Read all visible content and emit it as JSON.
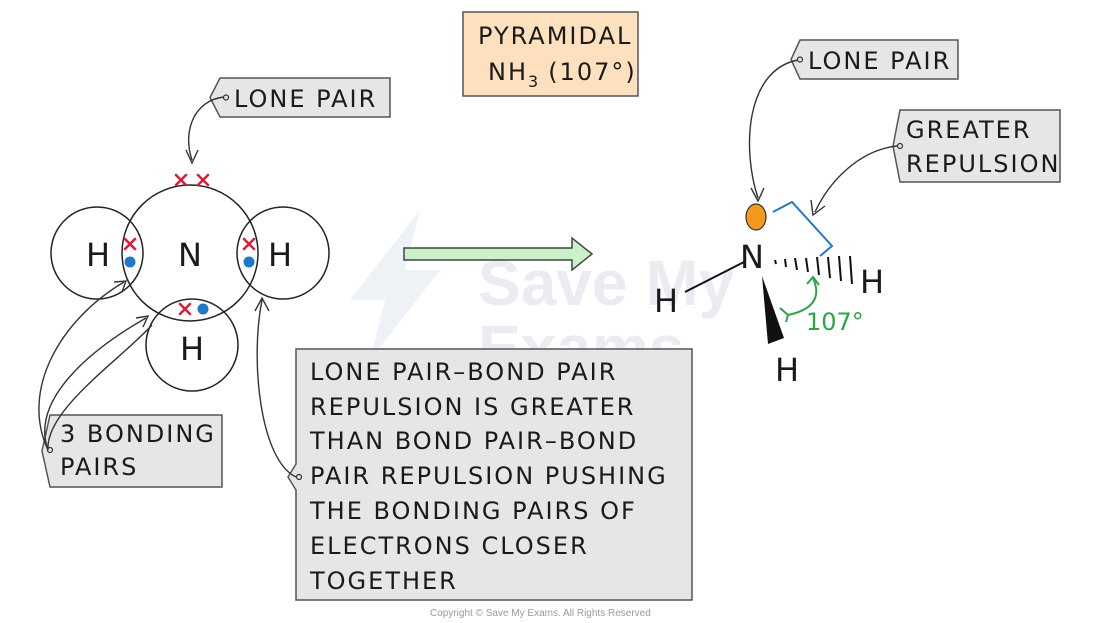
{
  "title_box": {
    "line1": "PYRAMIDAL",
    "formula_main": "NH",
    "formula_sub": "3",
    "angle_text": "(107°)"
  },
  "left_diagram": {
    "central_atom": "N",
    "h_left": "H",
    "h_right": "H",
    "h_bottom": "H",
    "lone_pair_label": "LONE PAIR",
    "bonding_label": [
      "3 BONDING",
      "PAIRS"
    ]
  },
  "explanation": {
    "lines": [
      "LONE PAIR–BOND PAIR",
      "REPULSION IS GREATER",
      "THAN BOND PAIR–BOND",
      "PAIR REPULSION PUSHING",
      "THE BONDING PAIRS OF",
      "ELECTRONS CLOSER",
      "TOGETHER"
    ]
  },
  "right_diagram": {
    "central_atom": "N",
    "h_left": "H",
    "h_right": "H",
    "h_bottom": "H",
    "lone_pair_label": "LONE PAIR",
    "repulsion_label": [
      "GREATER",
      "REPULSION"
    ],
    "angle_label": "107°"
  },
  "watermark": {
    "line1": "Save My",
    "line2": "Exams"
  },
  "copyright": "Copyright © Save My Exams. All Rights Reserved",
  "colors": {
    "cross": "#d4213d",
    "dot": "#1f78c8",
    "lone_pair_fill": "#f39a1e",
    "angle": "#2ca44a",
    "bracket": "#1f78c8",
    "arrow_fill": "#c9f2c8",
    "title_bg": "#fde0bd",
    "label_bg": "#e6e6e6"
  }
}
